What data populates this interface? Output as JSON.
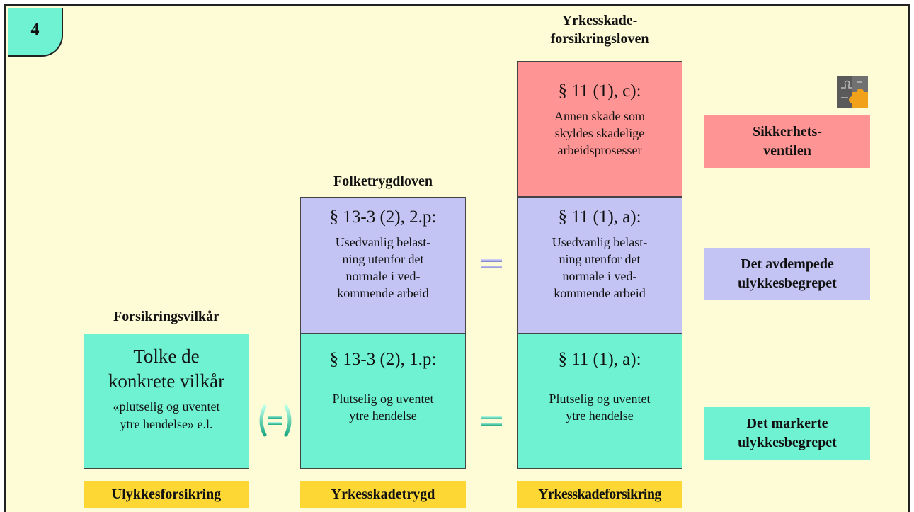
{
  "slide_number": "4",
  "columns": {
    "forsikring": {
      "heading": "Forsikringsvilkår",
      "box_line1": "Tolke de",
      "box_line2": "konkrete vilkår",
      "box_line3": "«plutselig og uventet",
      "box_line4": "ytre hendelse» e.l.",
      "footer": "Ulykkesforsikring"
    },
    "folketrygd": {
      "heading": "Folketrygdloven",
      "upper_para": "§ 13-3 (2), 2.p:",
      "upper_desc": [
        "Usedvanlig belast-",
        "ning utenfor det",
        "normale i ved-",
        "kommende arbeid"
      ],
      "lower_para": "§ 13-3 (2), 1.p:",
      "lower_desc": [
        "Plutselig og uventet",
        "ytre hendelse"
      ],
      "footer": "Yrkesskadetrygd"
    },
    "yrkesskade": {
      "heading_line1": "Yrkesskade-",
      "heading_line2": "forsikringsloven",
      "top_para": "§ 11 (1), c):",
      "top_desc": [
        "Annen skade som",
        "skyldes skadelige",
        "arbeidsprosesser"
      ],
      "middle_para": "§ 11 (1), a):",
      "middle_desc": [
        "Usedvanlig belast-",
        "ning utenfor det",
        "normale i ved-",
        "kommende arbeid"
      ],
      "bottom_para": "§ 11 (1), a):",
      "bottom_desc": [
        "Plutselig og uventet",
        "ytre hendelse"
      ],
      "footer": "Yrkesskadeforsikring"
    }
  },
  "side_labels": {
    "sikkerhet": [
      "Sikkerhets-",
      "ventilen"
    ],
    "avdempede": [
      "Det avdempede",
      "ulykkesbegrepet"
    ],
    "markerte": [
      "Det markerte",
      "ulykkesbegrepet"
    ]
  },
  "icons": {
    "puzzle": "puzzle-icon",
    "equals": "equals-icon",
    "equals_paren": "equals-in-parentheses-icon"
  },
  "colors": {
    "background": "#fefcd6",
    "green": "#6ff2d2",
    "blue": "#c4c4f4",
    "red": "#ff9494",
    "gold": "#fdd835"
  }
}
